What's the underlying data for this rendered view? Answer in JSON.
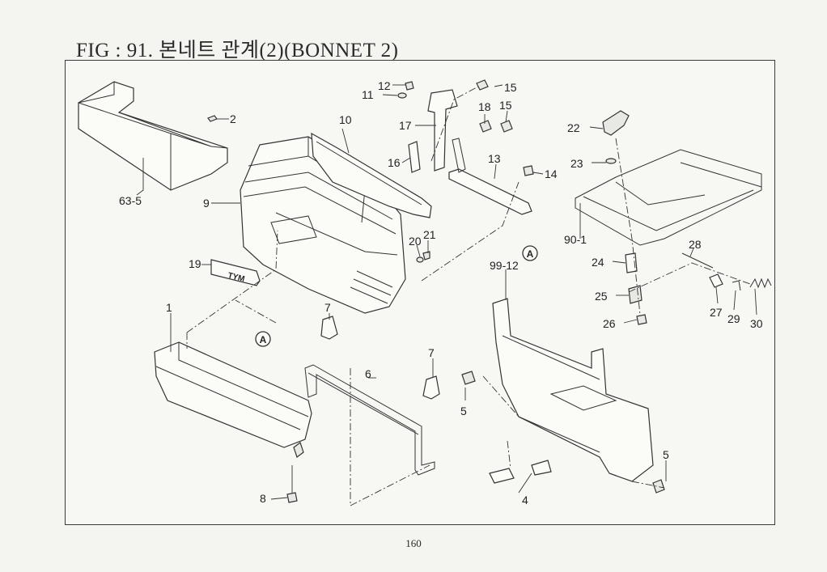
{
  "header": {
    "title": "FIG : 91. 본네트 관계(2)(BONNET 2)"
  },
  "footer": {
    "page_number": "160"
  },
  "diagram": {
    "callouts": {
      "c1": "1",
      "c2": "2",
      "c4": "4",
      "c5a": "5",
      "c5b": "5",
      "c6": "6",
      "c7a": "7",
      "c7b": "7",
      "c8": "8",
      "c9": "9",
      "c10": "10",
      "c11": "11",
      "c12": "12",
      "c13": "13",
      "c14": "14",
      "c15a": "15",
      "c15b": "15",
      "c16": "16",
      "c17": "17",
      "c18": "18",
      "c19": "19",
      "c20": "20",
      "c21": "21",
      "c22": "22",
      "c23": "23",
      "c24": "24",
      "c25": "25",
      "c26": "26",
      "c27": "27",
      "c28": "28",
      "c29": "29",
      "c30": "30",
      "c63_5": "63-5",
      "c90_1": "90-1",
      "c99_12": "99-12"
    },
    "reference_marker": "A",
    "emblem_text": "TYM"
  }
}
